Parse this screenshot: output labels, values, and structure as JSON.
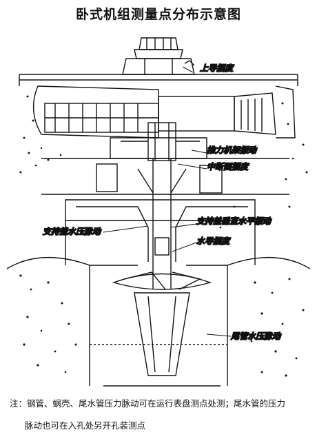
{
  "title": "卧式机组测量点分布示意图",
  "labels": {
    "upper_guide": "上导摆度",
    "thrust_frame_vib": "推力机架振动",
    "mid_section_swing": "中断面摆度",
    "support_cover_pressure": "支持盖水压脉动",
    "support_cover_vertical_vib": "支持盖垂直水平振动",
    "water_guide_swing": "水导摆度",
    "draft_tube_pressure": "尾管水压脉动"
  },
  "note": {
    "line1": "注：钢管、蜗壳、尾水管压力脉动可在运行表盘测点处测；尾水管的压力",
    "line2": "脉动也可在入孔处另开孔装测点"
  }
}
